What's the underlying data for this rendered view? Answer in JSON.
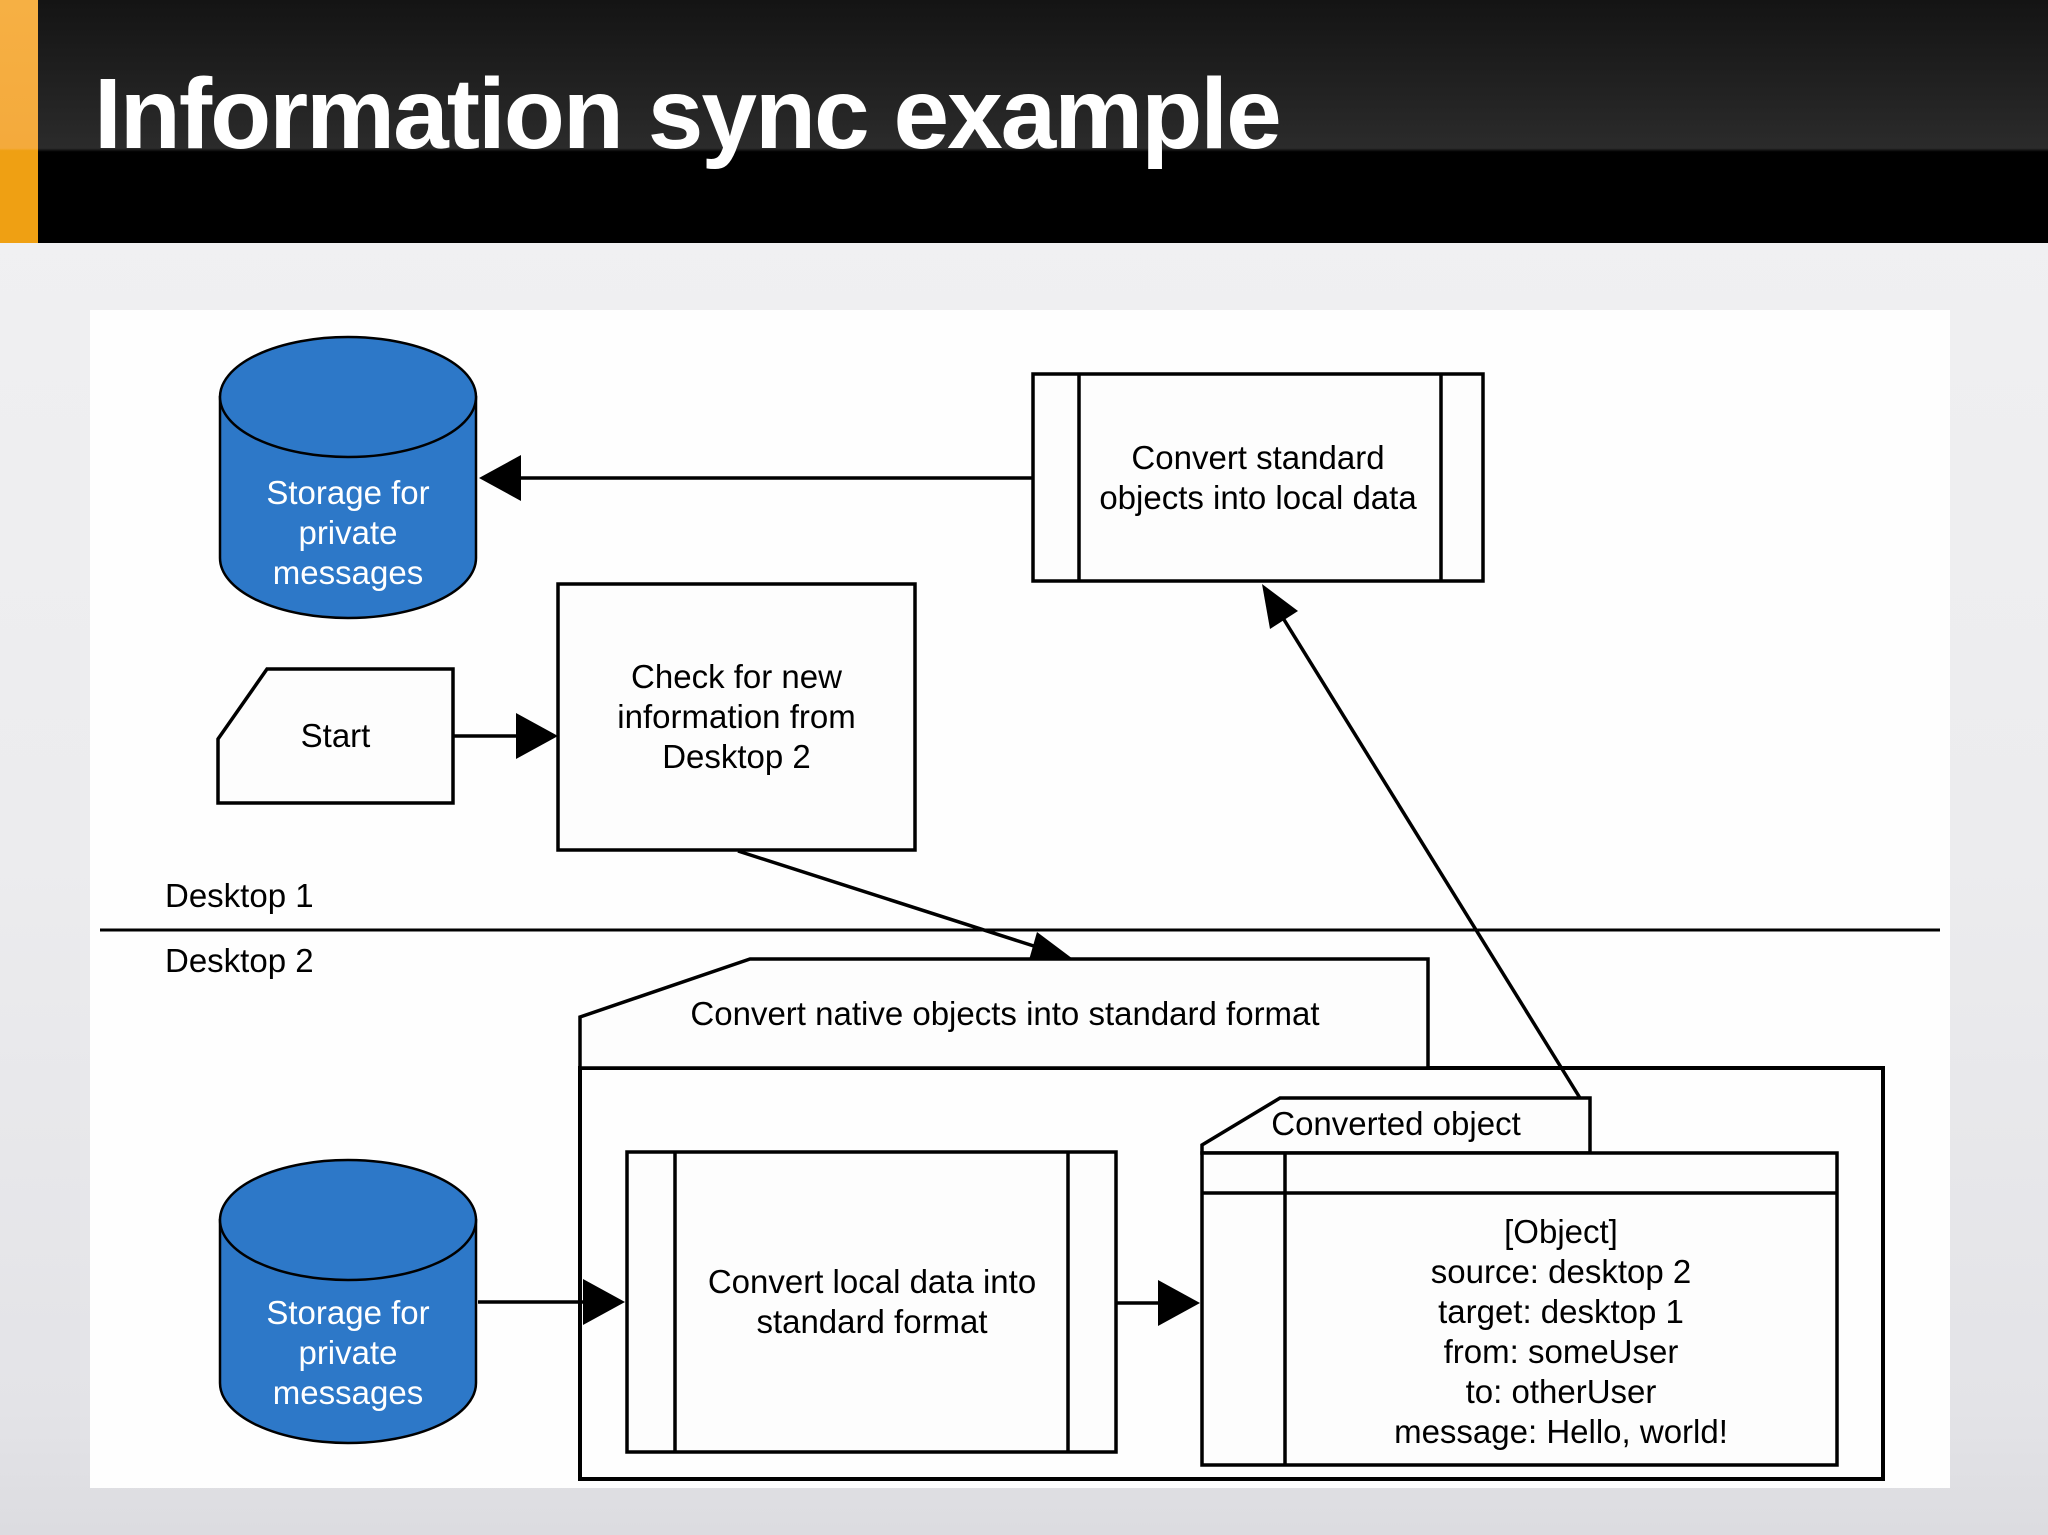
{
  "header": {
    "title": "Information sync example",
    "accent_color": "#F0A013",
    "bar_color": "#000000"
  },
  "lanes": [
    {
      "label": "Desktop 1"
    },
    {
      "label": "Desktop 2"
    }
  ],
  "nodes": {
    "storage_top": {
      "type": "database",
      "label": "Storage for private messages",
      "fill": "#2D78C8",
      "text_color": "#FFFFFF"
    },
    "convert_standard": {
      "type": "predefined-process",
      "label": "Convert standard objects into local data"
    },
    "start": {
      "type": "card",
      "label": "Start"
    },
    "check_new_info": {
      "type": "process",
      "label": "Check for new information from Desktop 2"
    },
    "convert_native": {
      "type": "labeled-frame",
      "label": "Convert native objects into standard format"
    },
    "storage_bottom": {
      "type": "database",
      "label": "Storage for private messages",
      "fill": "#2D78C8",
      "text_color": "#FFFFFF"
    },
    "convert_local": {
      "type": "predefined-process",
      "label": "Convert local data into standard format"
    },
    "converted_object": {
      "type": "object-box",
      "title": "Converted object",
      "lines": [
        "[Object]",
        "source: desktop 2",
        "target: desktop 1",
        "from: someUser",
        "to: otherUser",
        "message: Hello, world!"
      ]
    }
  }
}
